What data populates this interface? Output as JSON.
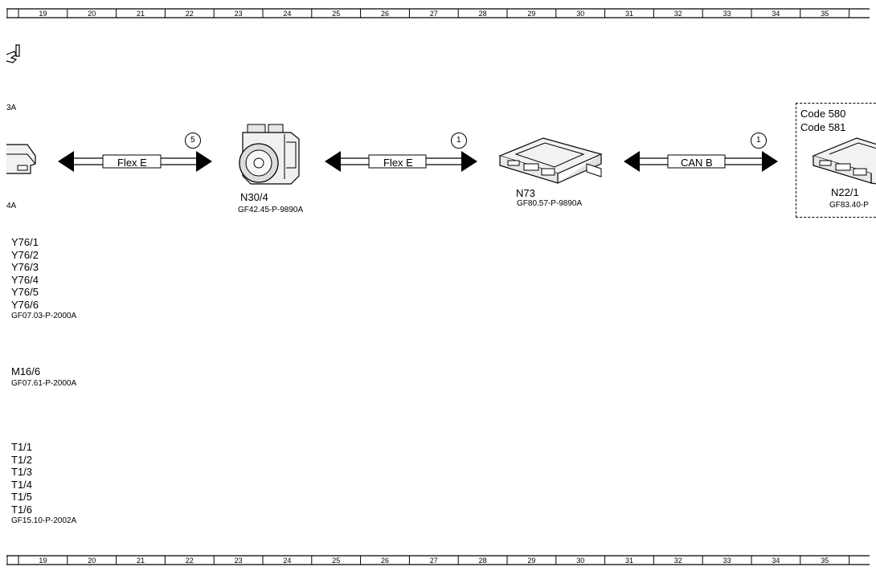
{
  "ruler": {
    "columns": [
      "19",
      "20",
      "21",
      "22",
      "23",
      "24",
      "25",
      "26",
      "27",
      "28",
      "29",
      "30",
      "31",
      "32",
      "33",
      "34",
      "35"
    ]
  },
  "left_fragments": {
    "top_ref": "3A",
    "bottom_ref": "4A"
  },
  "components": {
    "n30_4": {
      "id": "N30/4",
      "ref": "GF42.45-P-9890A"
    },
    "n73": {
      "id": "N73",
      "ref": "GF80.57-P-9890A"
    },
    "n22_1": {
      "id": "N22/1",
      "ref": "GF83.40-P",
      "codes": [
        "Code 580",
        "Code 581"
      ]
    }
  },
  "buses": [
    {
      "label": "Flex E",
      "marker": "5"
    },
    {
      "label": "Flex E",
      "marker": "1"
    },
    {
      "label": "CAN B",
      "marker": "1"
    }
  ],
  "lists": {
    "y76": {
      "items": [
        "Y76/1",
        "Y76/2",
        "Y76/3",
        "Y76/4",
        "Y76/5",
        "Y76/6"
      ],
      "ref": "GF07.03-P-2000A"
    },
    "m16": {
      "items": [
        "M16/6"
      ],
      "ref": "GF07.61-P-2000A"
    },
    "t1": {
      "items": [
        "T1/1",
        "T1/2",
        "T1/3",
        "T1/4",
        "T1/5",
        "T1/6"
      ],
      "ref": "GF15.10-P-2002A"
    }
  }
}
